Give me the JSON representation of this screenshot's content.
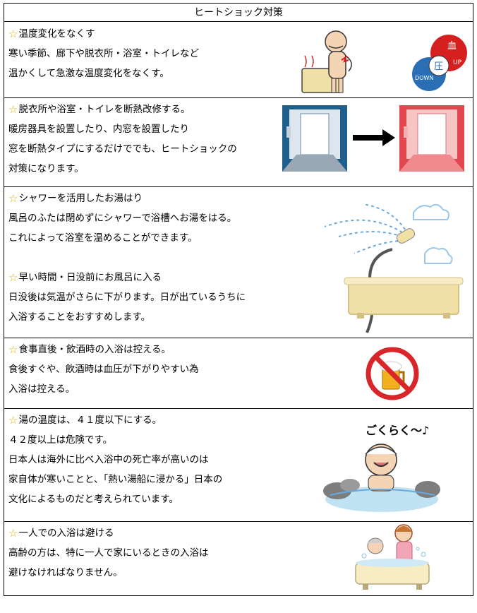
{
  "title": "ヒートショック対策",
  "star": "☆",
  "sections": [
    {
      "heading": "温度変化をなくす",
      "lines": [
        "寒い季節、廊下や脱衣所・浴室・トイレなど",
        "温かくして急激な温度変化をなくす。"
      ]
    },
    {
      "heading": "脱衣所や浴室・トイレを断熱改修する。",
      "lines": [
        "暖房器具を設置したり、内窓を設置したり",
        "窓を断熱タイプにするだけででも、ヒートショックの",
        "対策になります。"
      ]
    },
    {
      "heading": "シャワーを活用したお湯はり",
      "lines": [
        "風呂のふたは閉めずにシャワーで浴槽へお湯をはる。",
        "これによって浴室を温めることができます。"
      ],
      "heading2": "早い時間・日没前にお風呂に入る",
      "lines2": [
        "日没後は気温がさらに下がります。日が出ているうちに",
        "入浴することをおすすめします。"
      ]
    },
    {
      "heading": "食事直後・飲酒時の入浴は控える。",
      "lines": [
        "食後すぐや、飲酒時は血圧が下がりやすい為",
        "入浴は控える。"
      ]
    },
    {
      "heading": "湯の温度は、４１度以下にする。",
      "lines": [
        "４２度以上は危険です。",
        "日本人は海外に比べ入浴中の死亡率が高いのは",
        "家自体が寒いことと、「熱い湯船に浸かる」日本の",
        "文化によるものだと考えられています。"
      ]
    },
    {
      "heading": "一人での入浴は避ける",
      "lines": [
        "高齢の方は、特に一人で家にいるときの入浴は",
        "避けなければなりません。"
      ]
    }
  ],
  "illustrations": {
    "bp_badge_top": "血",
    "bp_badge_mid": "圧",
    "bp_badge_up": "UP",
    "bp_badge_down": "DOWN",
    "bath_phrase": "ごくらく〜♪"
  },
  "colors": {
    "star": "#e2b100",
    "cold_room": "#1f5f8b",
    "warm_room": "#e2474f",
    "arrow": "#000000",
    "tub": "#f1e0a6",
    "no_sign": "#d9262b",
    "beer": "#f2b01e"
  }
}
